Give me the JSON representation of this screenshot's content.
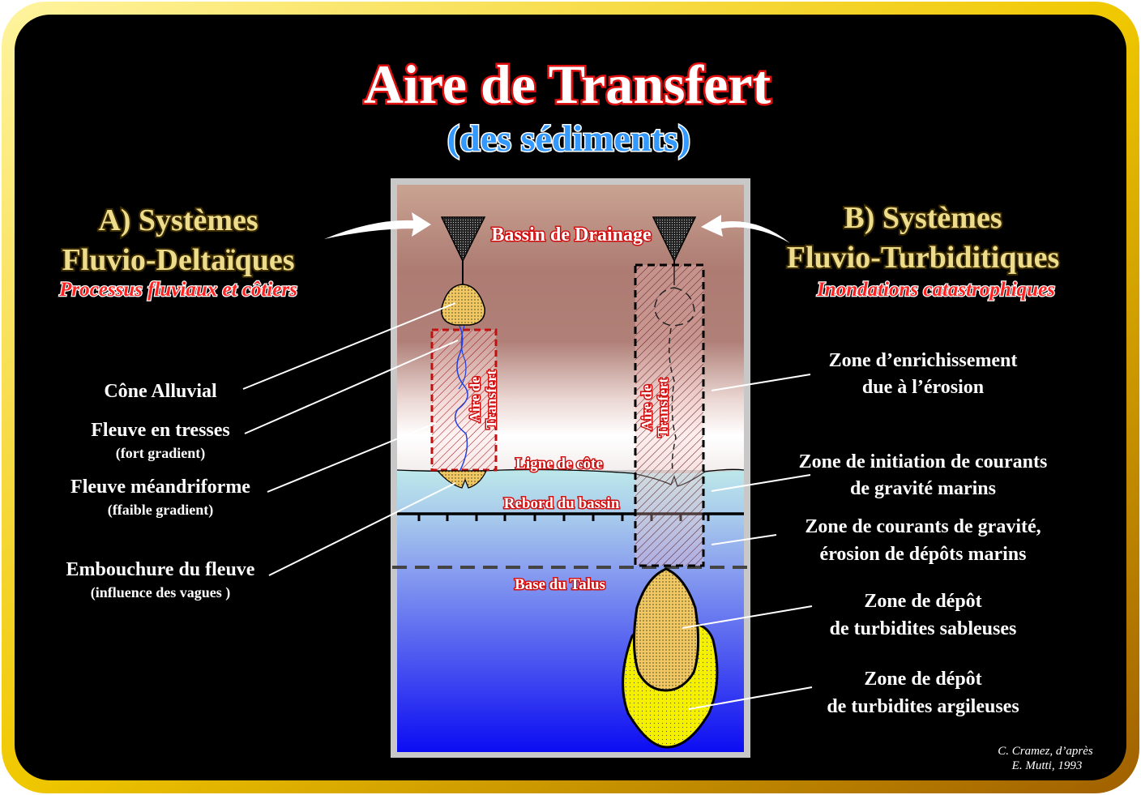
{
  "title": "Aire de Transfert",
  "subtitle": "(des sédiments)",
  "left_system": {
    "heading_line1": "A) Systèmes",
    "heading_line2": "Fluvio-Deltaïques",
    "process": "Processus fluviaux et côtiers",
    "labels": [
      {
        "main": "Cône Alluvial",
        "sub": ""
      },
      {
        "main": "Fleuve en tresses",
        "sub": "(fort gradient)"
      },
      {
        "main": "Fleuve méandriforme",
        "sub": "(ffaible gradient)"
      },
      {
        "main": "Embouchure du fleuve",
        "sub": "(influence des vagues )"
      }
    ]
  },
  "right_system": {
    "heading_line1": "B) Systèmes",
    "heading_line2": "Fluvio-Turbiditiques",
    "process": "Inondations catastrophiques",
    "labels": [
      {
        "line1": "Zone d’enrichissement",
        "line2": "due à l’érosion"
      },
      {
        "line1": "Zone de initiation de courants",
        "line2": "de gravité marins"
      },
      {
        "line1": "Zone de courants de gravité,",
        "line2": "érosion de dépôts marins"
      },
      {
        "line1": "Zone de dépôt",
        "line2": "de turbidites sableuses"
      },
      {
        "line1": "Zone de dépôt",
        "line2": "de turbidites argileuses"
      }
    ]
  },
  "diagram": {
    "drainage_basin": "Bassin de Drainage",
    "coastline": "Ligne de côte",
    "basin_edge": "Rebord du bassin",
    "slope_base": "Base du Talus",
    "transfer_line1": "Aire de",
    "transfer_line2": "Transfert"
  },
  "credit": {
    "line1": "C. Cramez, d’après",
    "line2": "E. Mutti, 1993"
  },
  "colors": {
    "frame": "#f0c800",
    "title_stroke": "#e01010",
    "subtitle": "#3399ff",
    "sand": "#f2c860",
    "clay": "#f4f000"
  }
}
